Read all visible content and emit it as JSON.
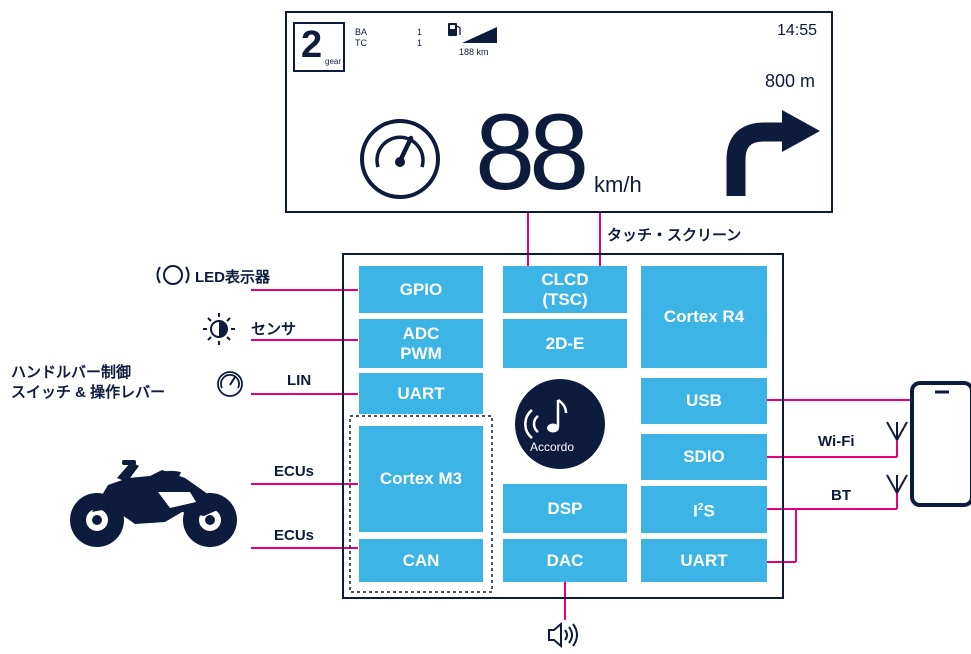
{
  "screen": {
    "gear_value": "2",
    "gear_unit": "gear",
    "ba_label": "BA",
    "tc_label": "TC",
    "ba_value": "1",
    "tc_value": "1",
    "range": "188 km",
    "time": "14:55",
    "nav_distance": "800 m",
    "speed": "88",
    "speed_unit": "km/h"
  },
  "touch_label": "タッチ・スクリーン",
  "blocks": {
    "gpio": "GPIO",
    "adc": "ADC",
    "pwm": "PWM",
    "uart_left": "UART",
    "cortex_m3": "Cortex M3",
    "can": "CAN",
    "clcd": "CLCD",
    "tsc": "(TSC)",
    "twod": "2D-E",
    "dsp": "DSP",
    "dac": "DAC",
    "cortex_r4": "Cortex R4",
    "usb": "USB",
    "sdio": "SDIO",
    "i2s_base": "I",
    "i2s_sup": "2",
    "i2s_tail": "S",
    "uart_right": "UART"
  },
  "accordo": "Accordo",
  "left_labels": {
    "led": "LED表示器",
    "sensor": "センサ",
    "handle_line1": "ハンドルバー制御",
    "handle_line2": "スイッチ & 操作レバー",
    "lin": "LIN",
    "ecus_1": "ECUs",
    "ecus_2": "ECUs"
  },
  "right_labels": {
    "wifi": "Wi-Fi",
    "bt": "BT"
  },
  "colors": {
    "block": "#3cb4e6",
    "line": "#e6007e",
    "navy": "#0d1b3d"
  }
}
